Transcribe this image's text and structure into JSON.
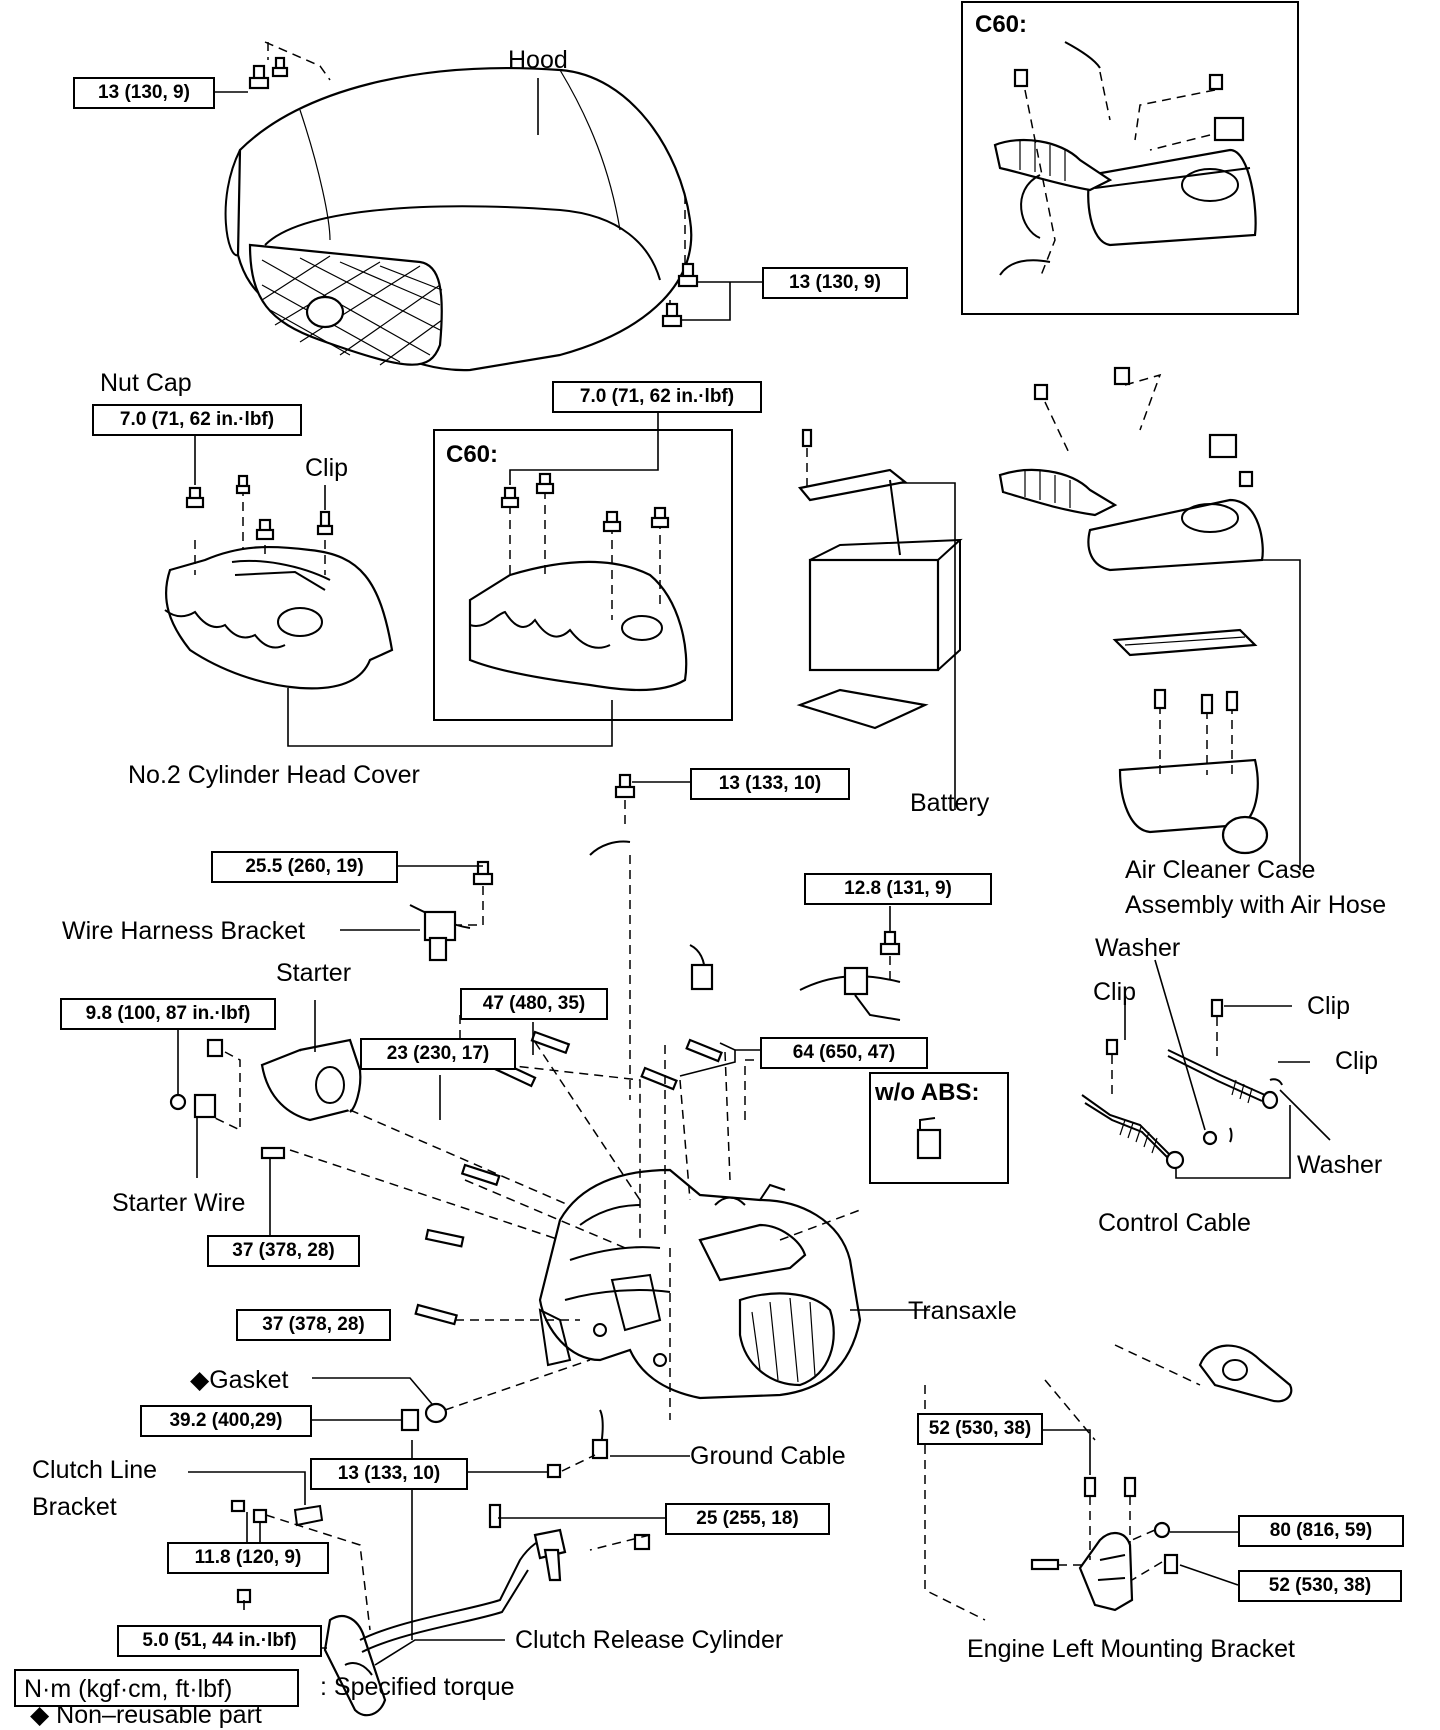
{
  "labels": {
    "hood": "Hood",
    "c60_a": "C60:",
    "nut_cap": "Nut Cap",
    "clip_cover": "Clip",
    "c60_b": "C60:",
    "no2_cylinder_head_cover": "No.2 Cylinder Head Cover",
    "battery": "Battery",
    "air_cleaner_line1": "Air Cleaner Case",
    "air_cleaner_line2": "Assembly with Air Hose",
    "wire_harness_bracket": "Wire Harness Bracket",
    "starter": "Starter",
    "starter_wire": "Starter Wire",
    "washer_top": "Washer",
    "clip_left": "Clip",
    "clip_top_right": "Clip",
    "clip_right": "Clip",
    "washer_right": "Washer",
    "control_cable": "Control Cable",
    "wo_abs": "w/o ABS:",
    "transaxle": "Transaxle",
    "gasket": "◆Gasket",
    "ground_cable": "Ground Cable",
    "clutch_line_bracket_1": "Clutch Line",
    "clutch_line_bracket_2": "Bracket",
    "clutch_release_cylinder": "Clutch Release Cylinder",
    "engine_left_mounting_bracket": "Engine Left Mounting Bracket"
  },
  "torques": {
    "hood_top": "13 (130, 9)",
    "hood_right": "13 (130, 9)",
    "nut_cap": "7.0 (71, 62 in.·lbf)",
    "c60_cover": "7.0 (71, 62 in.·lbf)",
    "ground_top": "13 (133, 10)",
    "wire_harness": "25.5 (260, 19)",
    "right_bolt": "12.8 (131, 9)",
    "starter_nut": "9.8 (100, 87 in.·lbf)",
    "bolt_47": "47 (480, 35)",
    "bolt_23": "23 (230, 17)",
    "bolt_64": "64 (650, 47)",
    "starter_bolt": "37 (378, 28)",
    "lower_bolt": "37 (378, 28)",
    "drain_plug": "39.2 (400,29)",
    "ground_bottom": "13 (133, 10)",
    "clutch_bracket": "11.8 (120, 9)",
    "clutch_cylinder": "5.0 (51, 44 in.·lbf)",
    "clutch_line": "25 (255, 18)",
    "mount_52_top": "52 (530, 38)",
    "mount_80": "80 (816, 59)",
    "mount_52_bottom": "52 (530, 38)"
  },
  "legend": {
    "unit_box": "N·m (kgf·cm, ft·lbf)",
    "unit_desc": ": Specified torque",
    "non_reusable": "◆ Non–reusable part"
  }
}
